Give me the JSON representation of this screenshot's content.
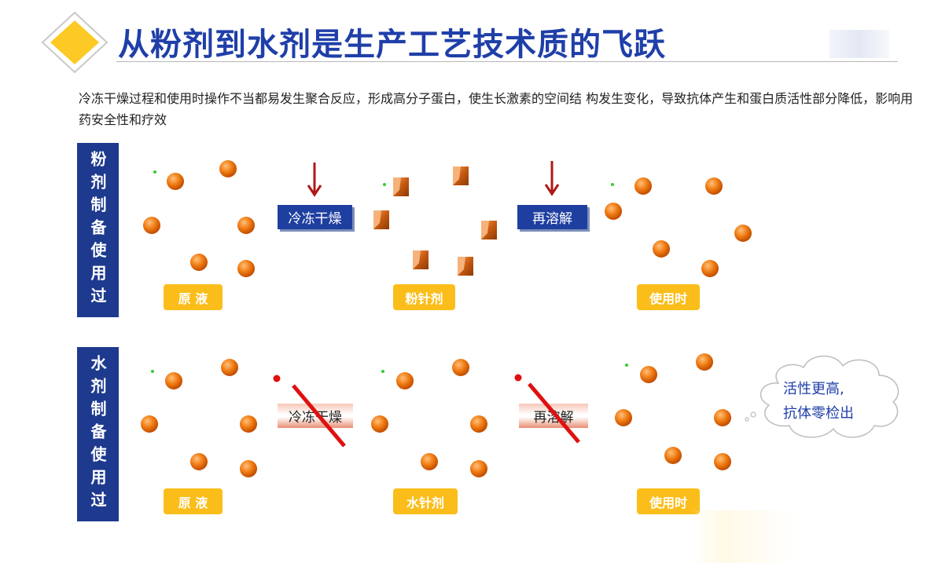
{
  "title": "从粉剂到水剂是生产工艺技术质的飞跃",
  "description": "冷冻干燥过程和使用时操作不当都易发生聚合反应，形成高分子蛋白，使生长激素的空间结 构发生变化，导致抗体产生和蛋白质活性部分降低，影响用药安全性和疗效",
  "rows": [
    {
      "side_label": "粉剂制备使用过",
      "stages": [
        "原 液",
        "粉针剂",
        "使用时"
      ],
      "processes": [
        "冷冻干燥",
        "再溶解"
      ]
    },
    {
      "side_label": "水剂制备使用过",
      "stages": [
        "原 液",
        "水针剂",
        "使用时"
      ],
      "processes": [
        "冷冻干燥",
        "再溶解"
      ]
    }
  ],
  "cloud": {
    "line1": "活性更高,",
    "line2": "抗体零检出"
  },
  "colors": {
    "title_blue": "#1f3fa8",
    "label_navy": "#1e3a8f",
    "stage_yellow": "#fbbd1a",
    "particle_orange": "#f07b12",
    "arrow_red": "#b01818",
    "strike_red": "#e01010"
  }
}
